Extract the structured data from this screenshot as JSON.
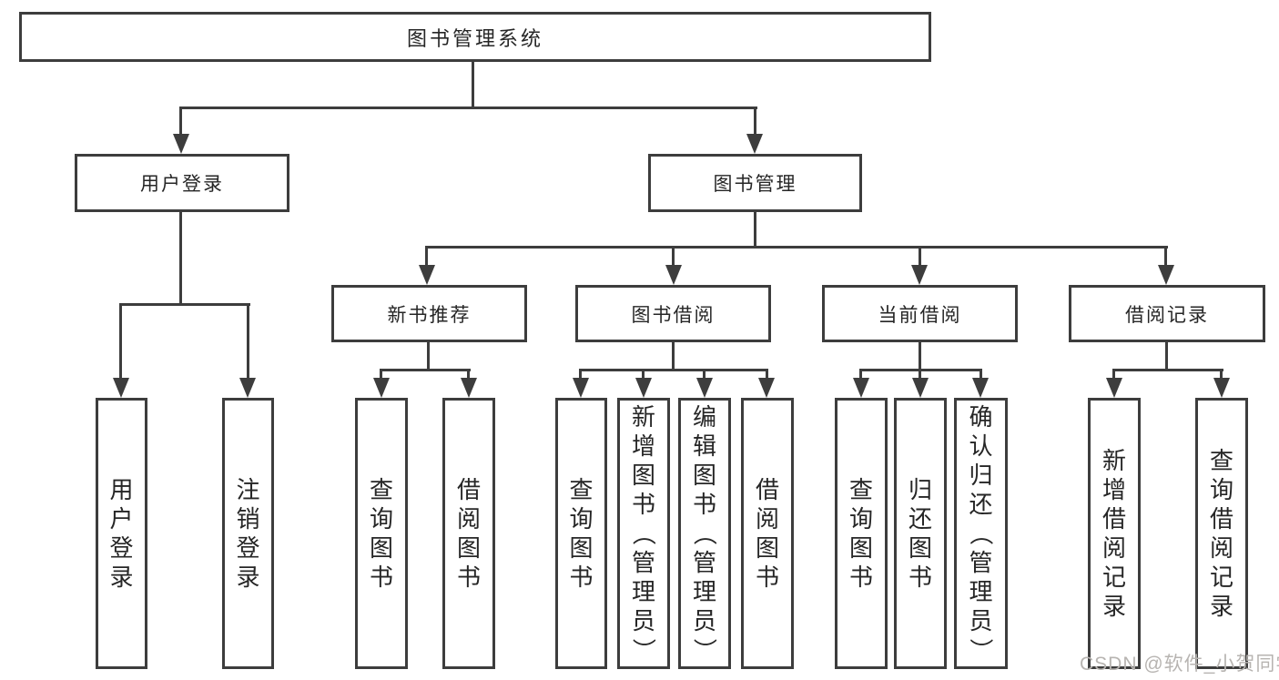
{
  "diagram": {
    "root": {
      "label": "图书管理系统"
    },
    "children": [
      {
        "label": "用户登录",
        "children": [
          {
            "label": "用户登录"
          },
          {
            "label": "注销登录"
          }
        ]
      },
      {
        "label": "图书管理",
        "children": [
          {
            "label": "新书推荐",
            "children": [
              {
                "label": "查询图书"
              },
              {
                "label": "借阅图书"
              }
            ]
          },
          {
            "label": "图书借阅",
            "children": [
              {
                "label": "查询图书"
              },
              {
                "label": "新增图书（管理员）"
              },
              {
                "label": "编辑图书（管理员）"
              },
              {
                "label": "借阅图书"
              }
            ]
          },
          {
            "label": "当前借阅",
            "children": [
              {
                "label": "查询图书"
              },
              {
                "label": "归还图书"
              },
              {
                "label": "确认归还（管理员）"
              }
            ]
          },
          {
            "label": "借阅记录",
            "children": [
              {
                "label": "新增借阅记录"
              },
              {
                "label": "查询借阅记录"
              }
            ]
          }
        ]
      }
    ]
  },
  "watermark": {
    "text": "CSDN @软件_小贺同学"
  },
  "colors": {
    "line": "#3d3d3d",
    "text": "#262626",
    "watermark": "#b7b4b1",
    "background": "#ffffff"
  }
}
